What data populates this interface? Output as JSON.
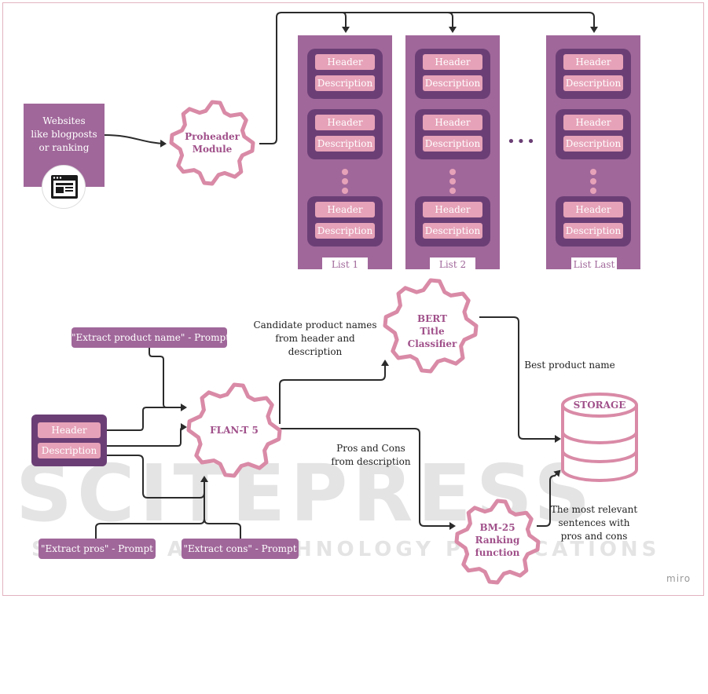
{
  "source": {
    "text": "Websites\nlike blogposts\nor ranking",
    "icon": "browser-window-icon"
  },
  "proheader": {
    "label": "Proheader\nModule"
  },
  "lists": [
    {
      "label": "List 1"
    },
    {
      "label": "List 2"
    },
    {
      "label": "List Last"
    }
  ],
  "list_item": {
    "header": "Header",
    "description": "Description"
  },
  "ellipsis": "•••",
  "bert": {
    "label": "BERT\nTitle\nClassifier"
  },
  "flan": {
    "label": "FLAN-T 5"
  },
  "bm25": {
    "label": "BM-25\nRanking\nfunction"
  },
  "storage": {
    "label": "STORAGE"
  },
  "input_block": {
    "header": "Header",
    "description": "Description"
  },
  "prompts": {
    "product": "\"Extract product name\" - Prompt",
    "pros": "\"Extract pros\" - Prompt",
    "cons": "\"Extract cons\" - Prompt"
  },
  "annotations": {
    "candidates": "Candidate product names\nfrom header and\ndescription",
    "best": "Best product name",
    "proscons": "Pros and Cons\nfrom description",
    "relevant": "The most relevant\nsentences with\npros and cons"
  },
  "brand": "miro",
  "watermark": {
    "big": "SCITEPRESS",
    "small": "SCIENCE AND TECHNOLOGY PUBLICATIONS"
  },
  "colors": {
    "purple": "#a0679a",
    "dark_purple": "#6b3f76",
    "pink": "#e6a2b8",
    "gear_outline": "#d98aa6"
  }
}
